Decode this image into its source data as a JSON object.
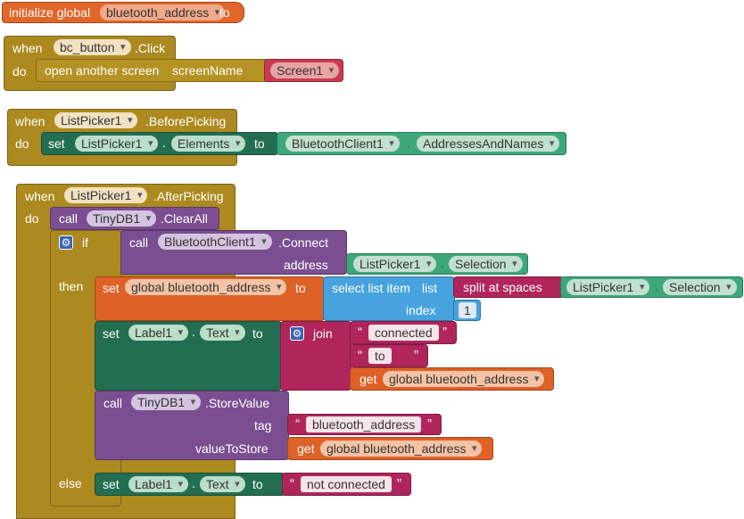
{
  "global_init": {
    "prefix": "initialize global",
    "var_name": "bluetooth_address",
    "suffix": "to"
  },
  "event1": {
    "when": "when",
    "component": "bc_button",
    "event": ".Click",
    "do": "do",
    "stmt": {
      "label": "open another screen",
      "param": "screenName",
      "value": "Screen1"
    }
  },
  "event2": {
    "when": "when",
    "component": "ListPicker1",
    "event": ".BeforePicking",
    "do": "do",
    "set": "set",
    "target": "ListPicker1",
    "dot": ".",
    "prop": "Elements",
    "to": "to",
    "source_component": "BluetoothClient1",
    "source_prop": "AddressesAndNames"
  },
  "event3": {
    "when": "when",
    "component": "ListPicker1",
    "event": ".AfterPicking",
    "do": "do",
    "call": "call",
    "clear_component": "TinyDB1",
    "clear_method": ".ClearAll",
    "if": "if",
    "then": "then",
    "else": "else",
    "connect": {
      "call": "call",
      "component": "BluetoothClient1",
      "method": ".Connect",
      "address": "address",
      "arg_component": "ListPicker1",
      "arg_prop": "Selection"
    },
    "set_global": {
      "set": "set",
      "var": "global bluetooth_address",
      "to": "to",
      "select": "select list item",
      "list": "list",
      "index": "index",
      "index_value": "1",
      "split": "split at spaces",
      "split_component": "ListPicker1",
      "split_prop": "Selection"
    },
    "set_label": {
      "set": "set",
      "component": "Label1",
      "prop": "Text",
      "to": "to",
      "join": "join",
      "str1": "connected",
      "str2": " to ",
      "get": "get",
      "get_var": "global bluetooth_address"
    },
    "store": {
      "call": "call",
      "component": "TinyDB1",
      "method": ".StoreValue",
      "tag": "tag",
      "tag_value": "bluetooth_address",
      "value_label": "valueToStore",
      "get": "get",
      "get_var": "global bluetooth_address"
    },
    "else_set": {
      "set": "set",
      "component": "Label1",
      "prop": "Text",
      "to": "to",
      "str": "not connected"
    }
  },
  "colors": {
    "variable": "#e0662a",
    "control": "#ad8a20",
    "text": "#c93a52",
    "component_set": "#236e52",
    "component_get": "#3da879",
    "procedure": "#7b4e91",
    "list": "#47a3dd"
  },
  "icons": [
    "gear-icon",
    "dropdown-arrow-icon"
  ]
}
